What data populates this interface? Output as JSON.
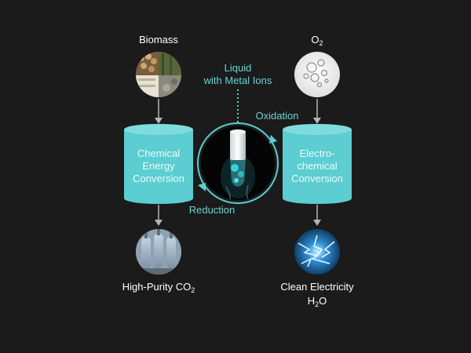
{
  "inputs": {
    "biomass": "Biomass",
    "o2": "O",
    "o2_sub": "2"
  },
  "center": {
    "liquid_line1": "Liquid",
    "liquid_line2": "with Metal Ions",
    "oxidation": "Oxidation",
    "reduction": "Reduction"
  },
  "cylinders": {
    "left": [
      "Chemical",
      "Energy",
      "Conversion"
    ],
    "right": [
      "Electro-",
      "chemical",
      "Conversion"
    ]
  },
  "outputs": {
    "left_main": "High-Purity CO",
    "left_sub": "2",
    "right_line1": "Clean Electricity",
    "right_h": "H",
    "right_sub": "2",
    "right_o": "O"
  },
  "colors": {
    "background": "#1b1b1b",
    "teal": "#5ccdd0",
    "teal_text": "#6ad3d6",
    "arrow_gray": "#b5b5b5"
  },
  "icons": {
    "biomass": "wood-logs-forest-photo",
    "o2": "bubbles-photo",
    "co2": "gas-tanks-photo",
    "electricity": "lightning-photo",
    "center": "test-tube-photo"
  }
}
